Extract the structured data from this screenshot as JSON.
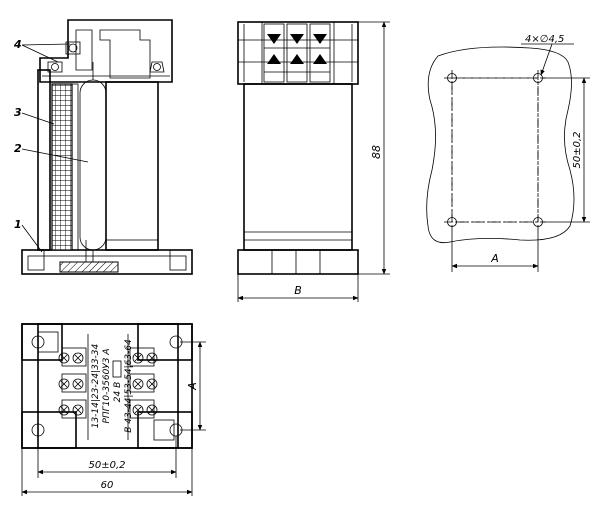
{
  "callouts": {
    "item1": "1",
    "item2": "2",
    "item3": "3",
    "item4": "4"
  },
  "dimensions": {
    "height_88": "88",
    "width_B": "B",
    "holes": "4×∅4,5",
    "vertical_50": "50±0,2",
    "horizontal_A": "A",
    "bottom_A": "A",
    "bottom_50": "50±0,2",
    "bottom_60": "60"
  },
  "terminal_block": {
    "line1": "13-14|23-24|33-34",
    "line2": "РПГ10-3560У3   А",
    "line3": "24 В",
    "line4": "В   43-44|53-54|63-64"
  }
}
